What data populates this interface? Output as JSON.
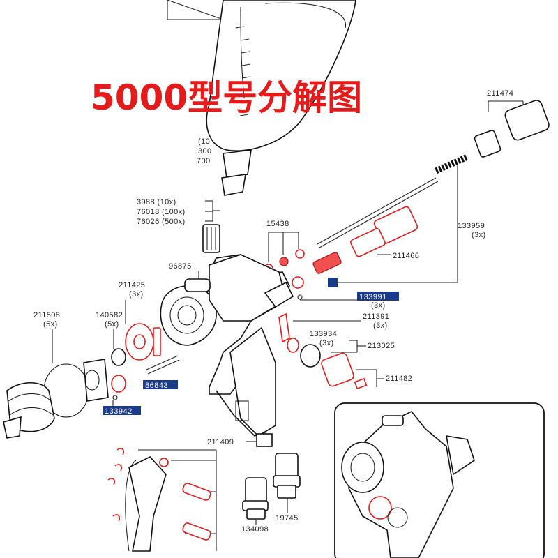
{
  "title": "5000型号分解图",
  "colors": {
    "title": "#e51b1b",
    "highlight_box": "#1a3a8a",
    "red_parts": "#e51b1b"
  },
  "labels": {
    "p211474": "211474",
    "p3988": "3988   (10x)",
    "p76018": "76018 (100x)",
    "p76026": "76026 (500x)",
    "p15438": "15438",
    "p133959": "133959",
    "p133959q": "(3x)",
    "p211466": "211466",
    "p96875": "96875",
    "p211425": "211425",
    "p211425q": "(3x)",
    "p133991": "133991",
    "p133991q": "(3x)",
    "p211508": "211508",
    "p211508q": "(5x)",
    "p140582": "140582",
    "p140582q": "(5x)",
    "p211391": "211391",
    "p211391q": "(3x)",
    "p133934": "133934",
    "p133934q": "(3x)",
    "p213025": "213025",
    "p86843": "86843",
    "p211482": "211482",
    "p133942": "133942",
    "p211409": "211409",
    "p134098": "134098",
    "p19745": "19745",
    "cup_frag1": "(10",
    "cup_frag2": "300",
    "cup_frag3": "700"
  }
}
